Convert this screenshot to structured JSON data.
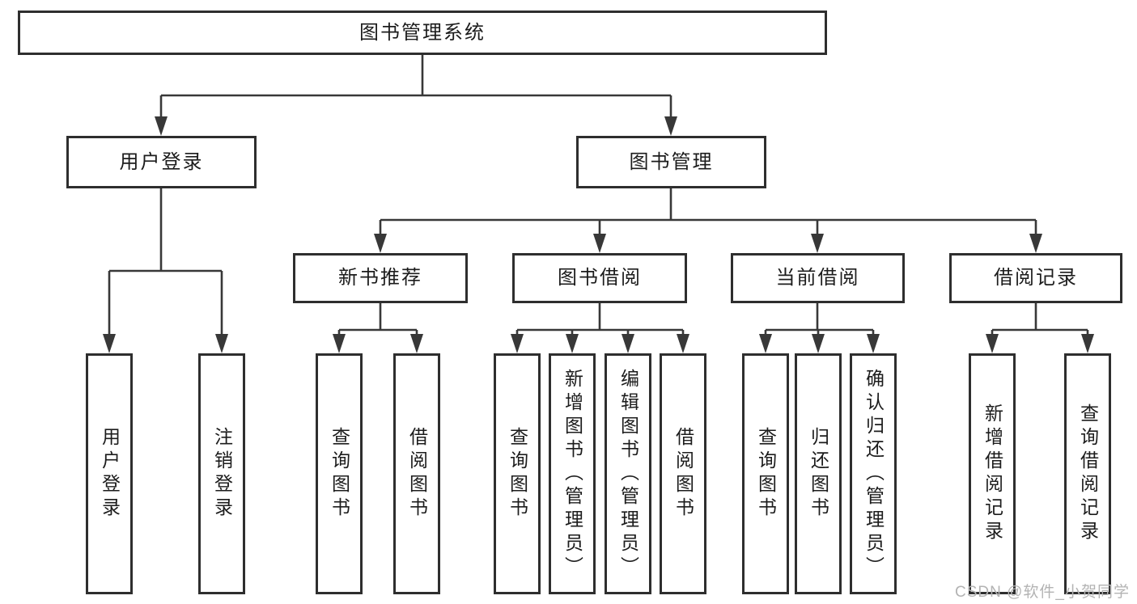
{
  "colors": {
    "line": "#383838",
    "border": "#2e2e2e",
    "text": "#1c1c1c",
    "background": "#ffffff",
    "watermark": "#b3b3b3"
  },
  "watermark": "CSDN @软件_小贺同学",
  "tree": {
    "root": "图书管理系统",
    "children": [
      {
        "label": "用户登录",
        "children": [
          "用户登录",
          "注销登录"
        ]
      },
      {
        "label": "图书管理",
        "children": [
          {
            "label": "新书推荐",
            "children": [
              "查询图书",
              "借阅图书"
            ]
          },
          {
            "label": "图书借阅",
            "children": [
              "查询图书",
              "新增图书（管理员）",
              "编辑图书（管理员）",
              "借阅图书"
            ]
          },
          {
            "label": "当前借阅",
            "children": [
              "查询图书",
              "归还图书",
              "确认归还（管理员）"
            ]
          },
          {
            "label": "借阅记录",
            "children": [
              "新增借阅记录",
              "查询借阅记录"
            ]
          }
        ]
      }
    ]
  }
}
